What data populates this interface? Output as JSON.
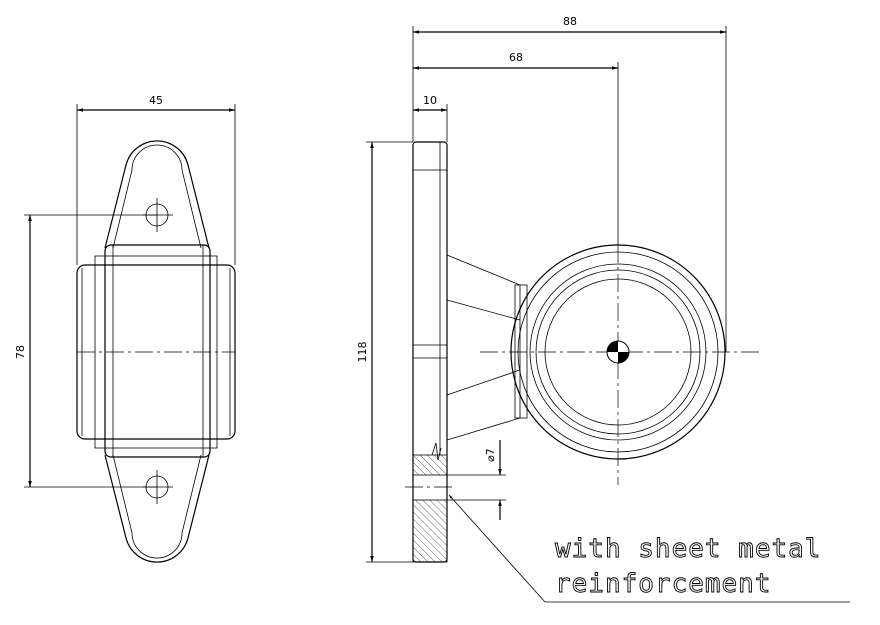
{
  "dimensions": {
    "front_width": "45",
    "hole_spacing": "78",
    "overall_depth": "88",
    "lamp_center_offset": "68",
    "base_thickness": "10",
    "overall_height": "118",
    "hole_diameter": "⌀7"
  },
  "note": {
    "line1": "with sheet metal",
    "line2": "reinforcement"
  }
}
